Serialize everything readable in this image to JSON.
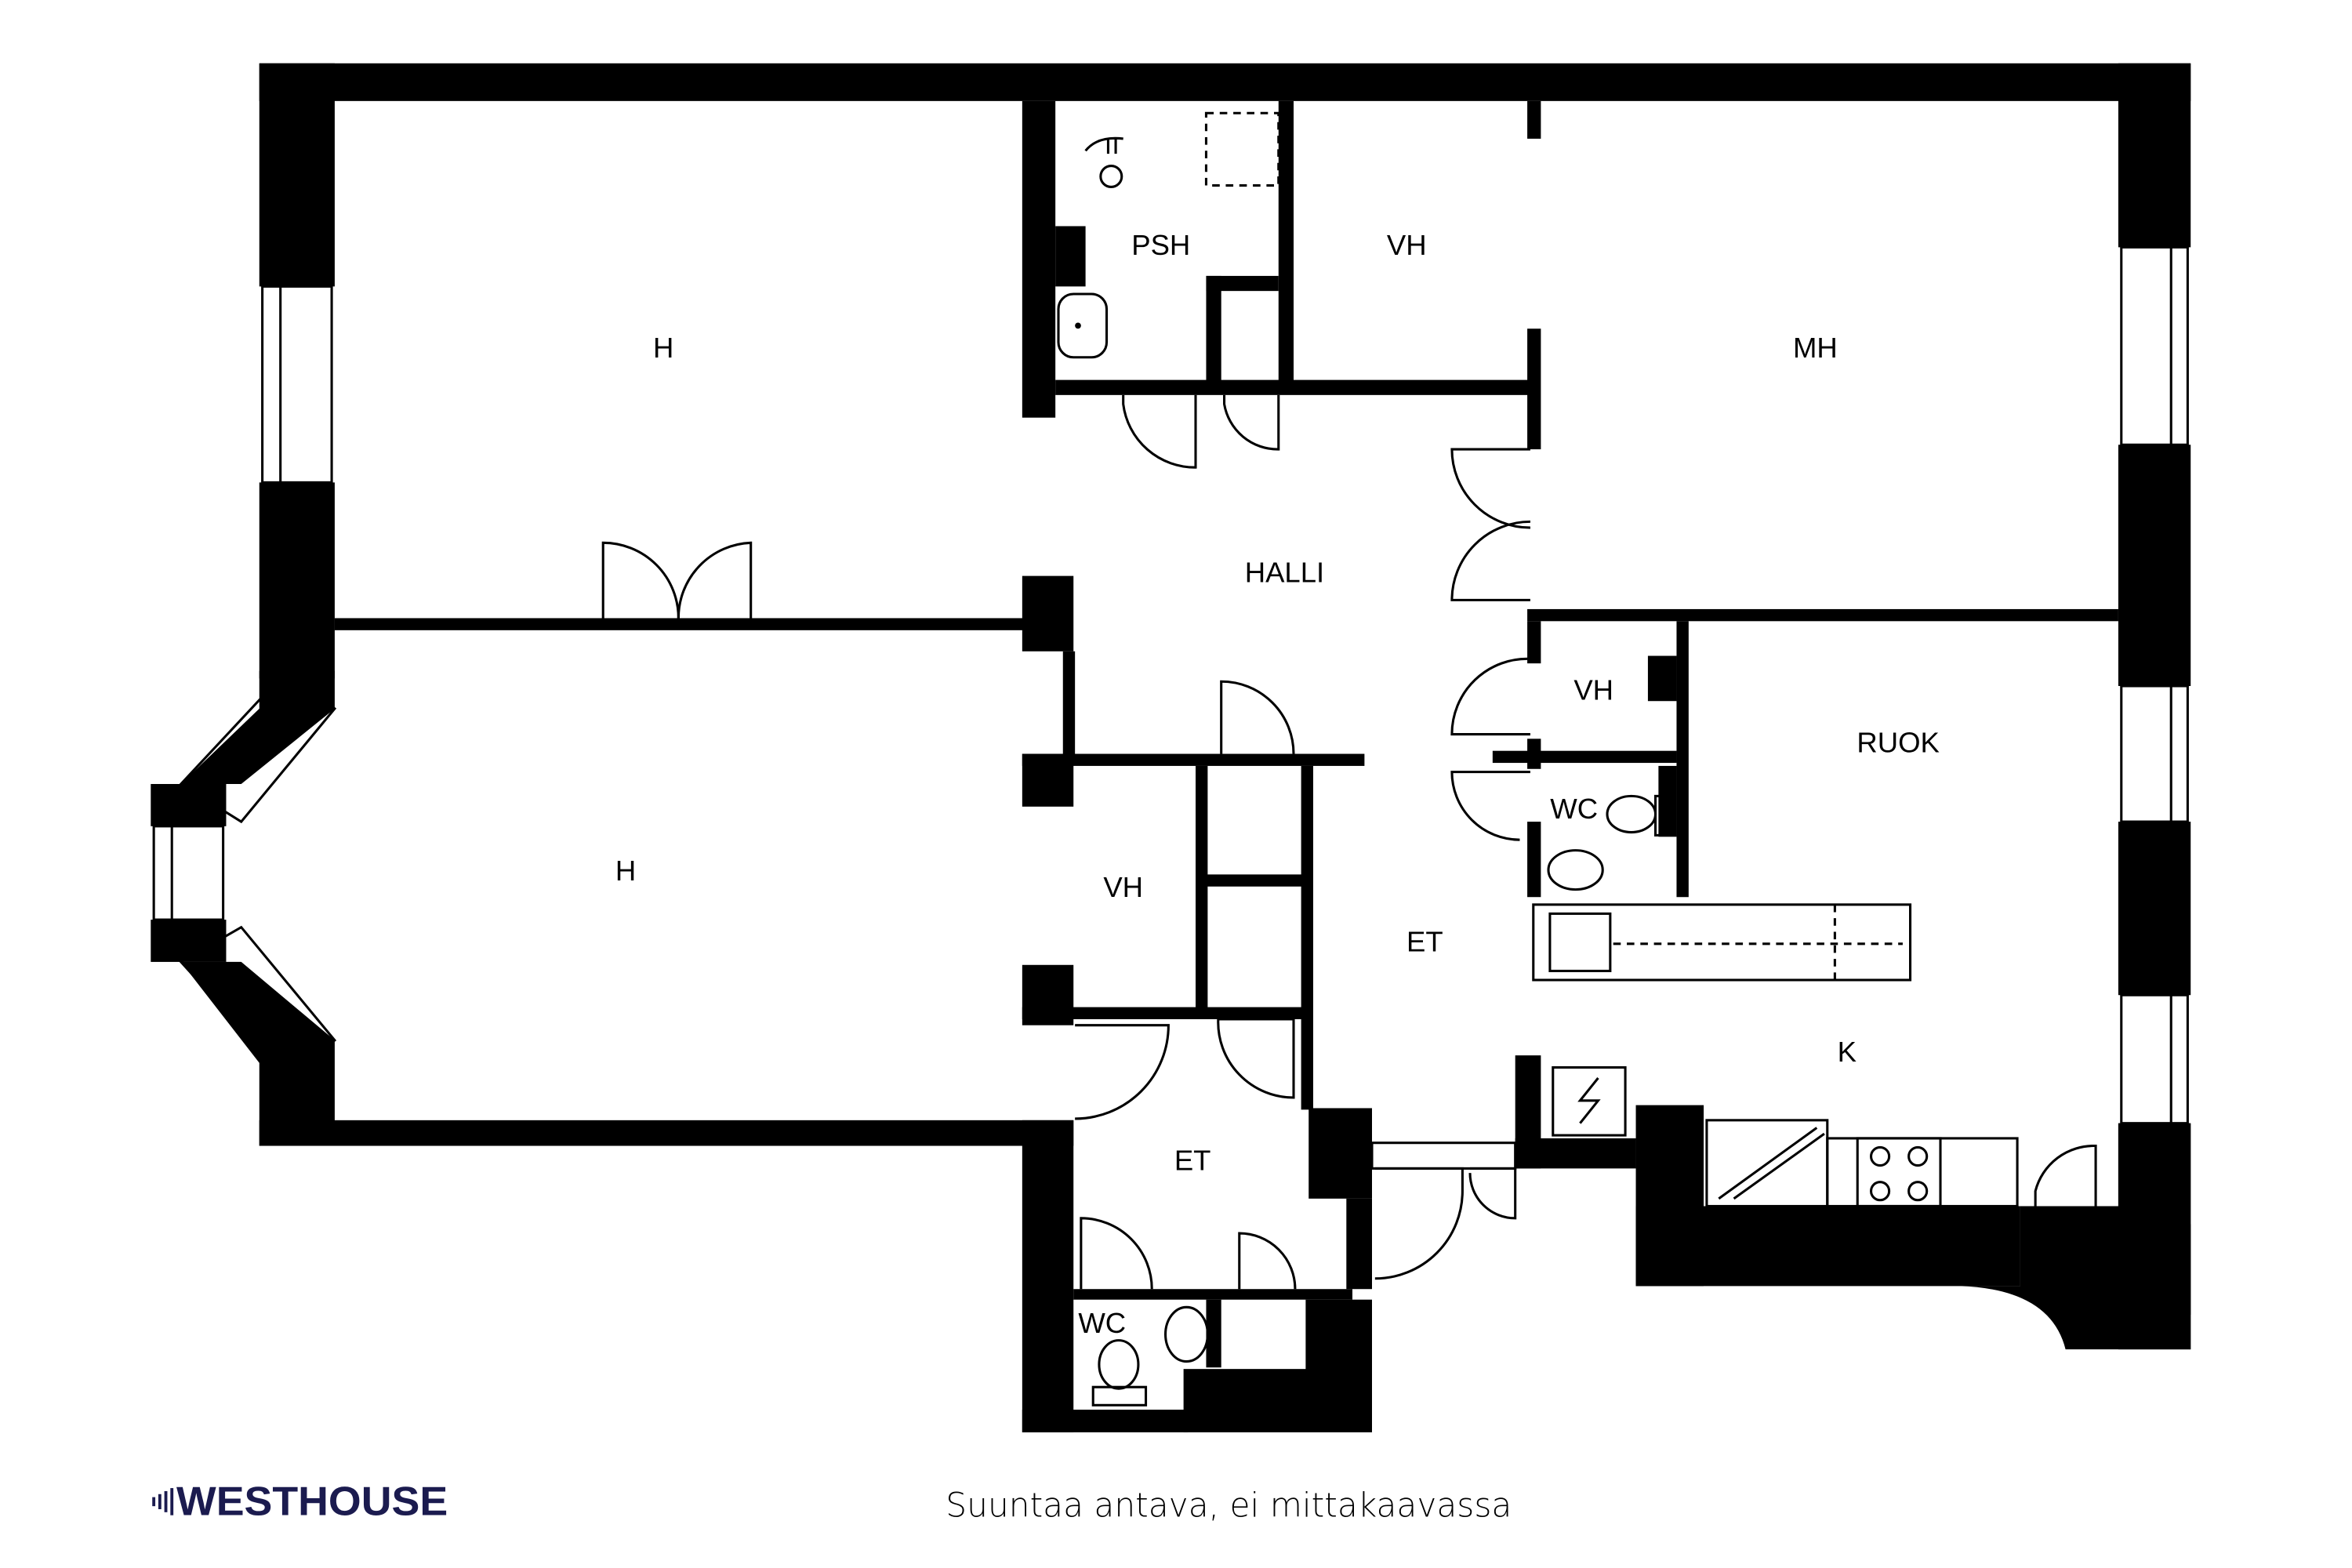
{
  "rooms": {
    "h_upper": "H",
    "psh": "PSH",
    "vh_top": "VH",
    "mh": "MH",
    "halli": "HALLI",
    "vh_small": "VH",
    "ruok": "RUOK",
    "wc_right": "WC",
    "h_lower": "H",
    "vh_mid": "VH",
    "et_center": "ET",
    "k": "K",
    "et_lower": "ET",
    "wc_lower": "WC"
  },
  "footer": {
    "disclaimer": "Suuntaa antava, ei mittakaavassa",
    "logo_text": "WESTHOUSE"
  },
  "colors": {
    "wall": "#000000",
    "logo": "#1b1b4f"
  }
}
